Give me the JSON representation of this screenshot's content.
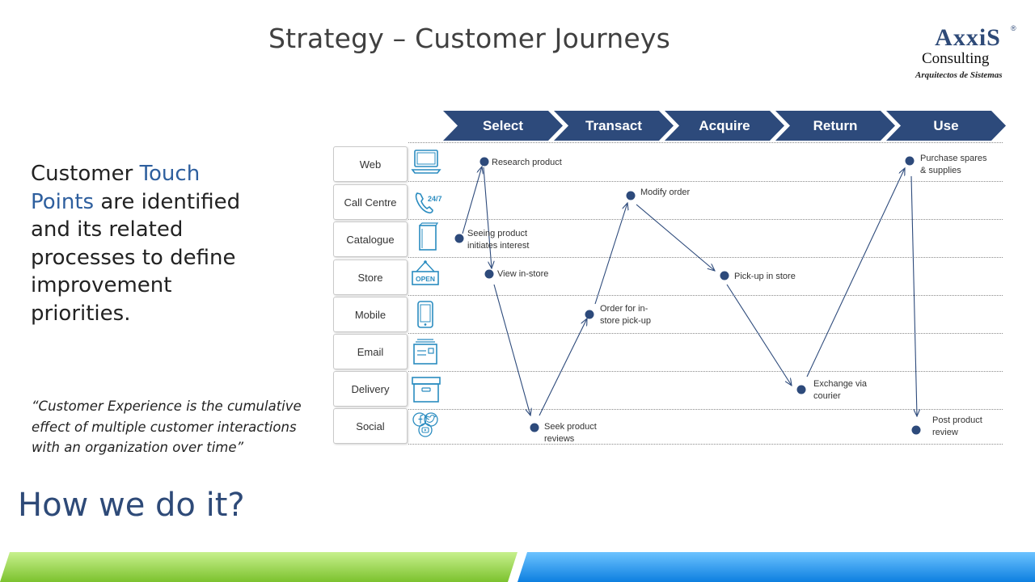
{
  "slide": {
    "title": "Strategy – Customer Journeys",
    "how_text": "How we do it?"
  },
  "logo": {
    "name": "AxxiS",
    "registered": "®",
    "line2": "Consulting",
    "tagline": "Arquitectos de Sistemas"
  },
  "touch_text": {
    "part1": "Customer ",
    "accent": "Touch Points",
    "part2": " are identified and its related processes to define improvement priorities."
  },
  "quote": "“Customer Experience is the cumulative effect of multiple customer interactions with an organization over time”",
  "stages": [
    "Select",
    "Transact",
    "Acquire",
    "Return",
    "Use"
  ],
  "channels": [
    "Web",
    "Call Centre",
    "Catalogue",
    "Store",
    "Mobile",
    "Email",
    "Delivery",
    "Social"
  ],
  "channel_icons": [
    "laptop-icon",
    "phone-24-7-icon",
    "catalogue-book-icon",
    "open-sign-icon",
    "mobile-phone-icon",
    "email-icon",
    "delivery-box-icon",
    "social-media-icon"
  ],
  "icon_texts": {
    "call_centre": "24/7",
    "store_sign": "OPEN"
  },
  "journey": {
    "nodes": [
      {
        "label": "Research product",
        "channel": "Web",
        "stage": "Select"
      },
      {
        "label": "Seeing product initiates interest",
        "channel": "Catalogue",
        "stage": "Select"
      },
      {
        "label": "View in-store",
        "channel": "Store",
        "stage": "Select"
      },
      {
        "label": "Seek product reviews",
        "channel": "Social",
        "stage": "Select"
      },
      {
        "label": "Order for in-store pick-up",
        "channel": "Mobile",
        "stage": "Transact"
      },
      {
        "label": "Modify order",
        "channel": "Call Centre",
        "stage": "Transact"
      },
      {
        "label": "Pick-up in store",
        "channel": "Store",
        "stage": "Acquire"
      },
      {
        "label": "Exchange via courier",
        "channel": "Delivery",
        "stage": "Return"
      },
      {
        "label": "Purchase spares & supplies",
        "channel": "Web",
        "stage": "Use"
      },
      {
        "label": "Post product review",
        "channel": "Social",
        "stage": "Use"
      }
    ],
    "flow": [
      [
        "Seeing product initiates interest",
        "Research product"
      ],
      [
        "Research product",
        "View in-store"
      ],
      [
        "View in-store",
        "Seek product reviews"
      ],
      [
        "Seek product reviews",
        "Order for in-store pick-up"
      ],
      [
        "Order for in-store pick-up",
        "Modify order"
      ],
      [
        "Modify order",
        "Pick-up in store"
      ],
      [
        "Pick-up in store",
        "Exchange via courier"
      ],
      [
        "Exchange via courier",
        "Purchase spares & supplies"
      ],
      [
        "Purchase spares & supplies",
        "Post product review"
      ]
    ]
  },
  "colors": {
    "stage_fill": "#2d4a7b",
    "node": "#2d4a7b",
    "accent_text": "#2e5f9e",
    "icon": "#2a8cc0",
    "footer_green": "#7cc22e",
    "footer_blue": "#0d7fe0"
  }
}
